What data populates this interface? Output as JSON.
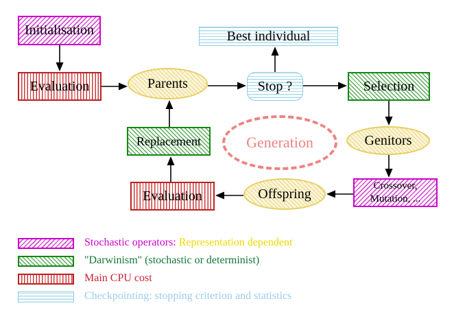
{
  "diagram": {
    "nodes": {
      "initialisation": {
        "label": "Initialisation",
        "style": "stochastic-operator"
      },
      "evaluation_top": {
        "label": "Evaluation",
        "style": "main-cpu-cost"
      },
      "best_individual": {
        "label": "Best individual",
        "style": "checkpointing"
      },
      "parents": {
        "label": "Parents",
        "style": "population"
      },
      "stop": {
        "label": "Stop ?",
        "style": "checkpointing"
      },
      "selection": {
        "label": "Selection",
        "style": "darwinism"
      },
      "replacement": {
        "label": "Replacement",
        "style": "darwinism"
      },
      "generation": {
        "label": "Generation",
        "style": "dashed-cycle"
      },
      "genitors": {
        "label": "Genitors",
        "style": "population"
      },
      "crossover": {
        "label_line1": "Crossover,",
        "label_line2": "Mutation, ...",
        "style": "stochastic-operator"
      },
      "offspring": {
        "label": "Offspring",
        "style": "population"
      },
      "evaluation_bottom": {
        "label": "Evaluation",
        "style": "main-cpu-cost"
      }
    },
    "edges": [
      {
        "from": "Initialisation",
        "to": "Evaluation"
      },
      {
        "from": "Evaluation",
        "to": "Parents"
      },
      {
        "from": "Parents",
        "to": "Stop ?"
      },
      {
        "from": "Stop ?",
        "to": "Best individual"
      },
      {
        "from": "Stop ?",
        "to": "Selection"
      },
      {
        "from": "Selection",
        "to": "Genitors"
      },
      {
        "from": "Genitors",
        "to": "Crossover, Mutation, ..."
      },
      {
        "from": "Crossover, Mutation, ...",
        "to": "Offspring"
      },
      {
        "from": "Offspring",
        "to": "Evaluation"
      },
      {
        "from": "Evaluation",
        "to": "Replacement"
      },
      {
        "from": "Replacement",
        "to": "Parents"
      }
    ]
  },
  "legend": {
    "rows": [
      {
        "pattern": "magenta-diagonal-hatch",
        "segments": [
          {
            "text": "Stochastic operators:",
            "color": "#cc00cc"
          },
          {
            "text": "Representation dependent",
            "color": "#eed900"
          }
        ]
      },
      {
        "pattern": "green-diagonal-hatch",
        "text": "\"Darwinism\" (stochastic or determinist)",
        "color": "#117733"
      },
      {
        "pattern": "red-vertical-stripes",
        "text": "Main CPU cost",
        "color": "#cc2233"
      },
      {
        "pattern": "cyan-horizontal-stripes",
        "text": "Checkpointing: stopping criterion and statistics",
        "color": "#9bcde9"
      }
    ]
  },
  "colors": {
    "stochastic_magenta": "#cc00cc",
    "darwinism_green": "#118811",
    "cpu_red": "#bb2222",
    "checkpoint_cyan": "#8fccdd",
    "population_yellow": "#e6cf62",
    "generation_salmon": "#ee8282",
    "arrow_black": "#000000",
    "background": "#ffffff"
  }
}
